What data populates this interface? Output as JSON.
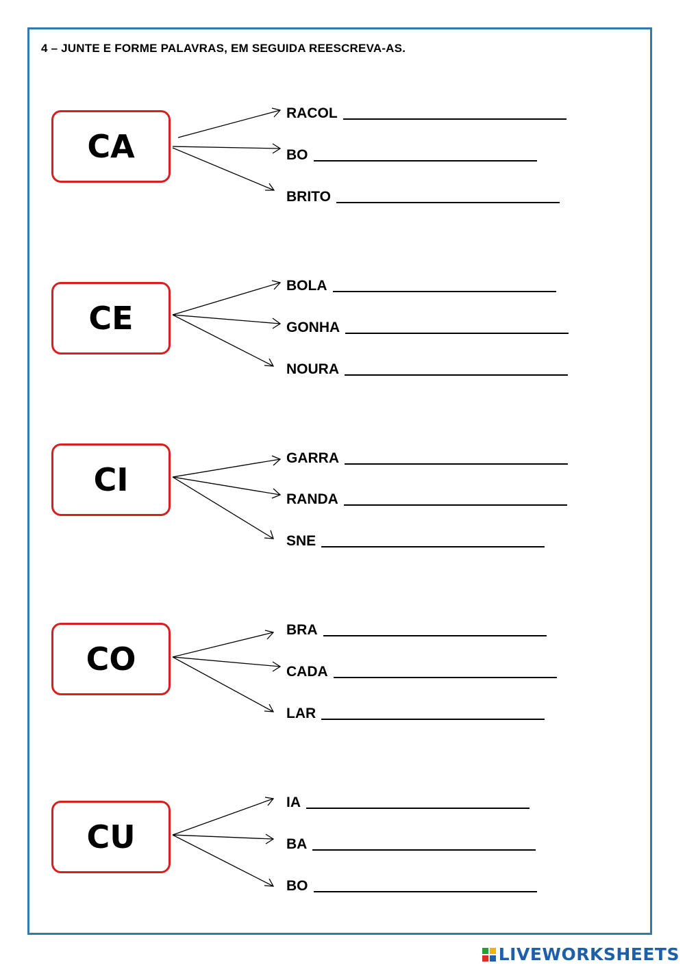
{
  "instruction": "4 – JUNTE E FORME PALAVRAS, EM SEGUIDA REESCREVA-AS.",
  "groups": [
    {
      "syllable": "CA",
      "items": [
        "RACOL",
        "BO",
        "BRITO"
      ]
    },
    {
      "syllable": "CE",
      "items": [
        "BOLA",
        "GONHA",
        "NOURA"
      ]
    },
    {
      "syllable": "CI",
      "items": [
        "GARRA",
        "RANDA",
        "SNE"
      ]
    },
    {
      "syllable": "CO",
      "items": [
        "BRA",
        "CADA",
        "LAR"
      ]
    },
    {
      "syllable": "CU",
      "items": [
        "IA",
        "BA",
        "BO"
      ]
    }
  ],
  "brand": {
    "text": "LIVEWORKSHEETS",
    "colors": [
      "#2a9d3a",
      "#f0b400",
      "#d93025",
      "#1d5fa8"
    ]
  },
  "colors": {
    "frame": "#2f7bb0",
    "syllable_border": "#d91e1e"
  }
}
